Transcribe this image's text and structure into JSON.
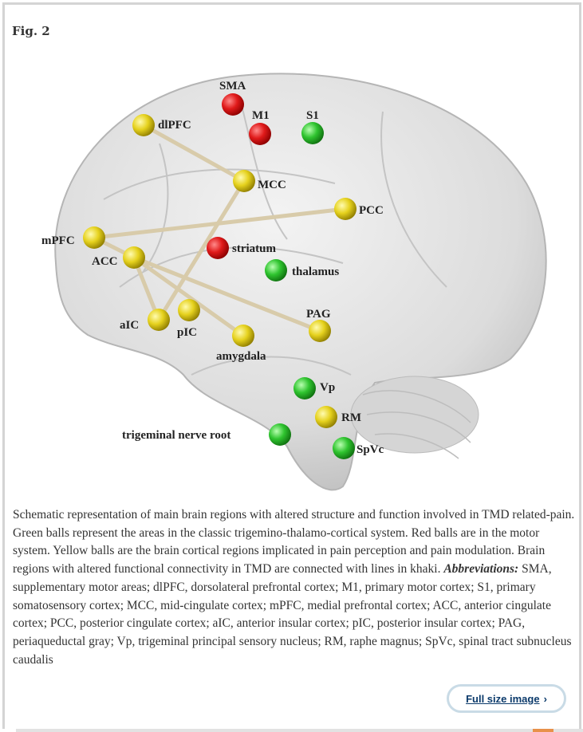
{
  "figure": {
    "title": "Fig. 2"
  },
  "colors": {
    "red": "#d41818",
    "green": "#22b322",
    "yellow": "#e0cc1a",
    "line": "#d8cbaa"
  },
  "regions": {
    "SMA": {
      "label": "SMA",
      "group": "red"
    },
    "M1": {
      "label": "M1",
      "group": "red"
    },
    "S1": {
      "label": "S1",
      "group": "green"
    },
    "dlPFC": {
      "label": "dlPFC",
      "group": "yellow"
    },
    "MCC": {
      "label": "MCC",
      "group": "yellow"
    },
    "PCC": {
      "label": "PCC",
      "group": "yellow"
    },
    "mPFC": {
      "label": "mPFC",
      "group": "yellow"
    },
    "ACC": {
      "label": "ACC",
      "group": "yellow"
    },
    "striatum": {
      "label": "striatum",
      "group": "red"
    },
    "thalamus": {
      "label": "thalamus",
      "group": "green"
    },
    "aIC": {
      "label": "aIC",
      "group": "yellow"
    },
    "pIC": {
      "label": "pIC",
      "group": "yellow"
    },
    "amygdala": {
      "label": "amygdala",
      "group": "yellow"
    },
    "PAG": {
      "label": "PAG",
      "group": "yellow"
    },
    "Vp": {
      "label": "Vp",
      "group": "green"
    },
    "RM": {
      "label": "RM",
      "group": "yellow"
    },
    "SpVc": {
      "label": "SpVc",
      "group": "green"
    },
    "trig": {
      "label": "trigeminal nerve root",
      "group": "green"
    }
  },
  "connections": [
    [
      "dlPFC",
      "MCC"
    ],
    [
      "MCC",
      "aIC"
    ],
    [
      "mPFC",
      "PCC"
    ],
    [
      "ACC",
      "PAG"
    ],
    [
      "ACC",
      "aIC"
    ],
    [
      "ACC",
      "amygdala"
    ],
    [
      "mPFC",
      "ACC"
    ]
  ],
  "caption": {
    "text": "Schematic representation of main brain regions with altered structure and function involved in TMD related-pain. Green balls represent the areas in the classic trigemino-thalamo-cortical system. Red balls are in the motor system. Yellow balls are the brain cortical regions implicated in pain perception and pain modulation. Brain regions with altered functional connectivity in TMD are connected with lines in khaki. ",
    "abbr_label": "Abbreviations:",
    "abbr_text": " SMA, supplementary motor areas; dlPFC, dorsolateral prefrontal cortex; M1, primary motor cortex; S1, primary somatosensory cortex; MCC, mid-cingulate cortex; mPFC, medial prefrontal cortex; ACC, anterior cingulate cortex; PCC, posterior cingulate cortex; aIC, anterior insular cortex; pIC, posterior insular cortex; PAG, periaqueductal gray; Vp, trigeminal principal sensory nucleus; RM, raphe magnus; SpVc, spinal tract subnucleus caudalis"
  },
  "button": {
    "label": "Full size image",
    "chevron": "›"
  }
}
